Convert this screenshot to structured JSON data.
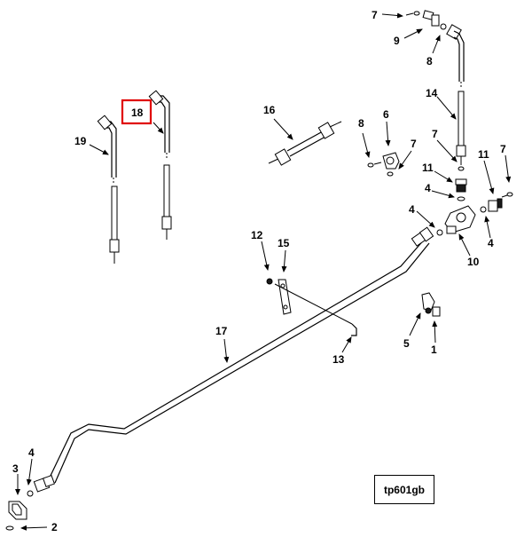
{
  "callouts": {
    "c7a": "7",
    "c9": "9",
    "c8a": "8",
    "c14": "14",
    "c16": "16",
    "c18": "18",
    "c19": "19",
    "c8b": "8",
    "c6": "6",
    "c7b": "7",
    "c7c": "7",
    "c11a": "11",
    "c11b": "11",
    "c7d": "7",
    "c4a": "4",
    "c4b": "4",
    "c4c": "4",
    "c10": "10",
    "c12": "12",
    "c15": "15",
    "c17": "17",
    "c13": "13",
    "c5": "5",
    "c1": "1",
    "c3": "3",
    "c4d": "4",
    "c2": "2"
  },
  "highlighted_callout": "18",
  "reference_id": "tp601gb",
  "colors": {
    "line": "#000000",
    "highlight": "#e00000",
    "background": "#ffffff"
  }
}
